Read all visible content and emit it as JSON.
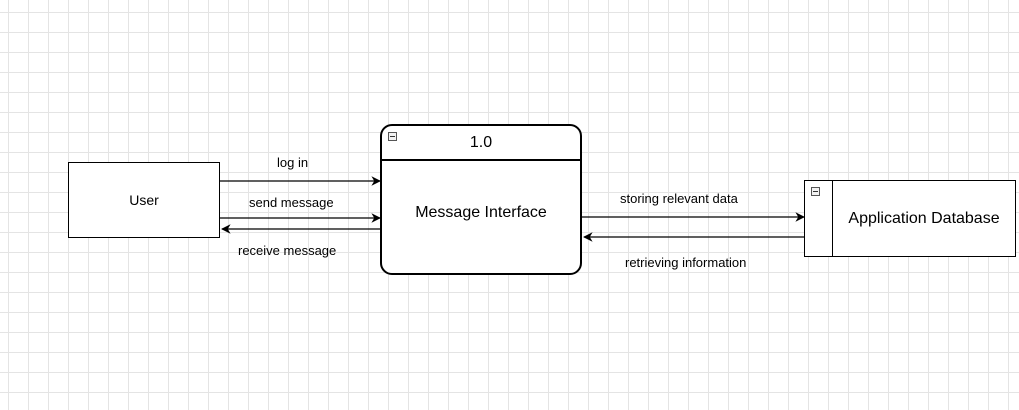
{
  "diagram": {
    "external_entity": {
      "label": "User"
    },
    "process": {
      "id": "1.0",
      "label": "Message Interface"
    },
    "data_store": {
      "label": "Application Database"
    },
    "flows": {
      "log_in": "log in",
      "send_message": "send message",
      "receive_message": "receive message",
      "storing_relevant_data": "storing relevant data",
      "retrieving_information": "retrieving information"
    }
  }
}
